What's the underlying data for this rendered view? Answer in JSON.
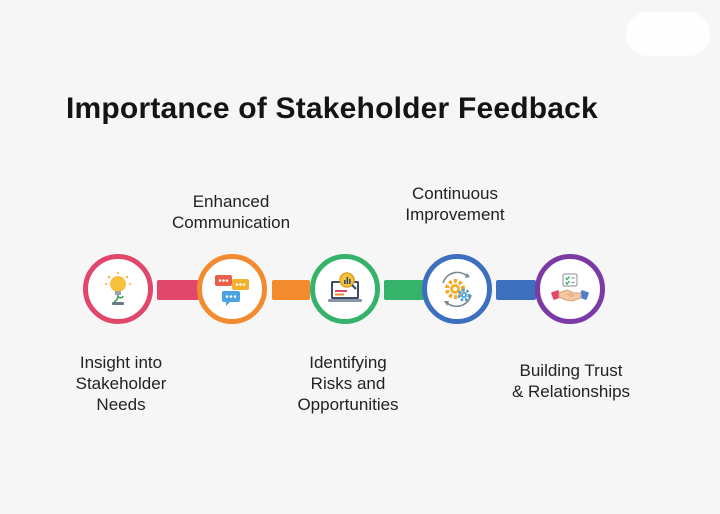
{
  "title": "Importance of Stakeholder Feedback",
  "steps": [
    {
      "label": "Insight into\nStakeholder\nNeeds",
      "color": "#e0476a",
      "icon": "lightbulb-icon",
      "label_position": "below"
    },
    {
      "label": "Enhanced\nCommunication",
      "color": "#f28a2e",
      "icon": "chat-bubbles-icon",
      "label_position": "above"
    },
    {
      "label": "Identifying\nRisks and\nOpportunities",
      "color": "#36b36a",
      "icon": "laptop-search-icon",
      "label_position": "below"
    },
    {
      "label": "Continuous\nImprovement",
      "color": "#3d6fbf",
      "icon": "gears-cycle-icon",
      "label_position": "above"
    },
    {
      "label": "Building Trust\n& Relationships",
      "color": "#7b3aa4",
      "icon": "handshake-icon",
      "label_position": "below"
    }
  ]
}
